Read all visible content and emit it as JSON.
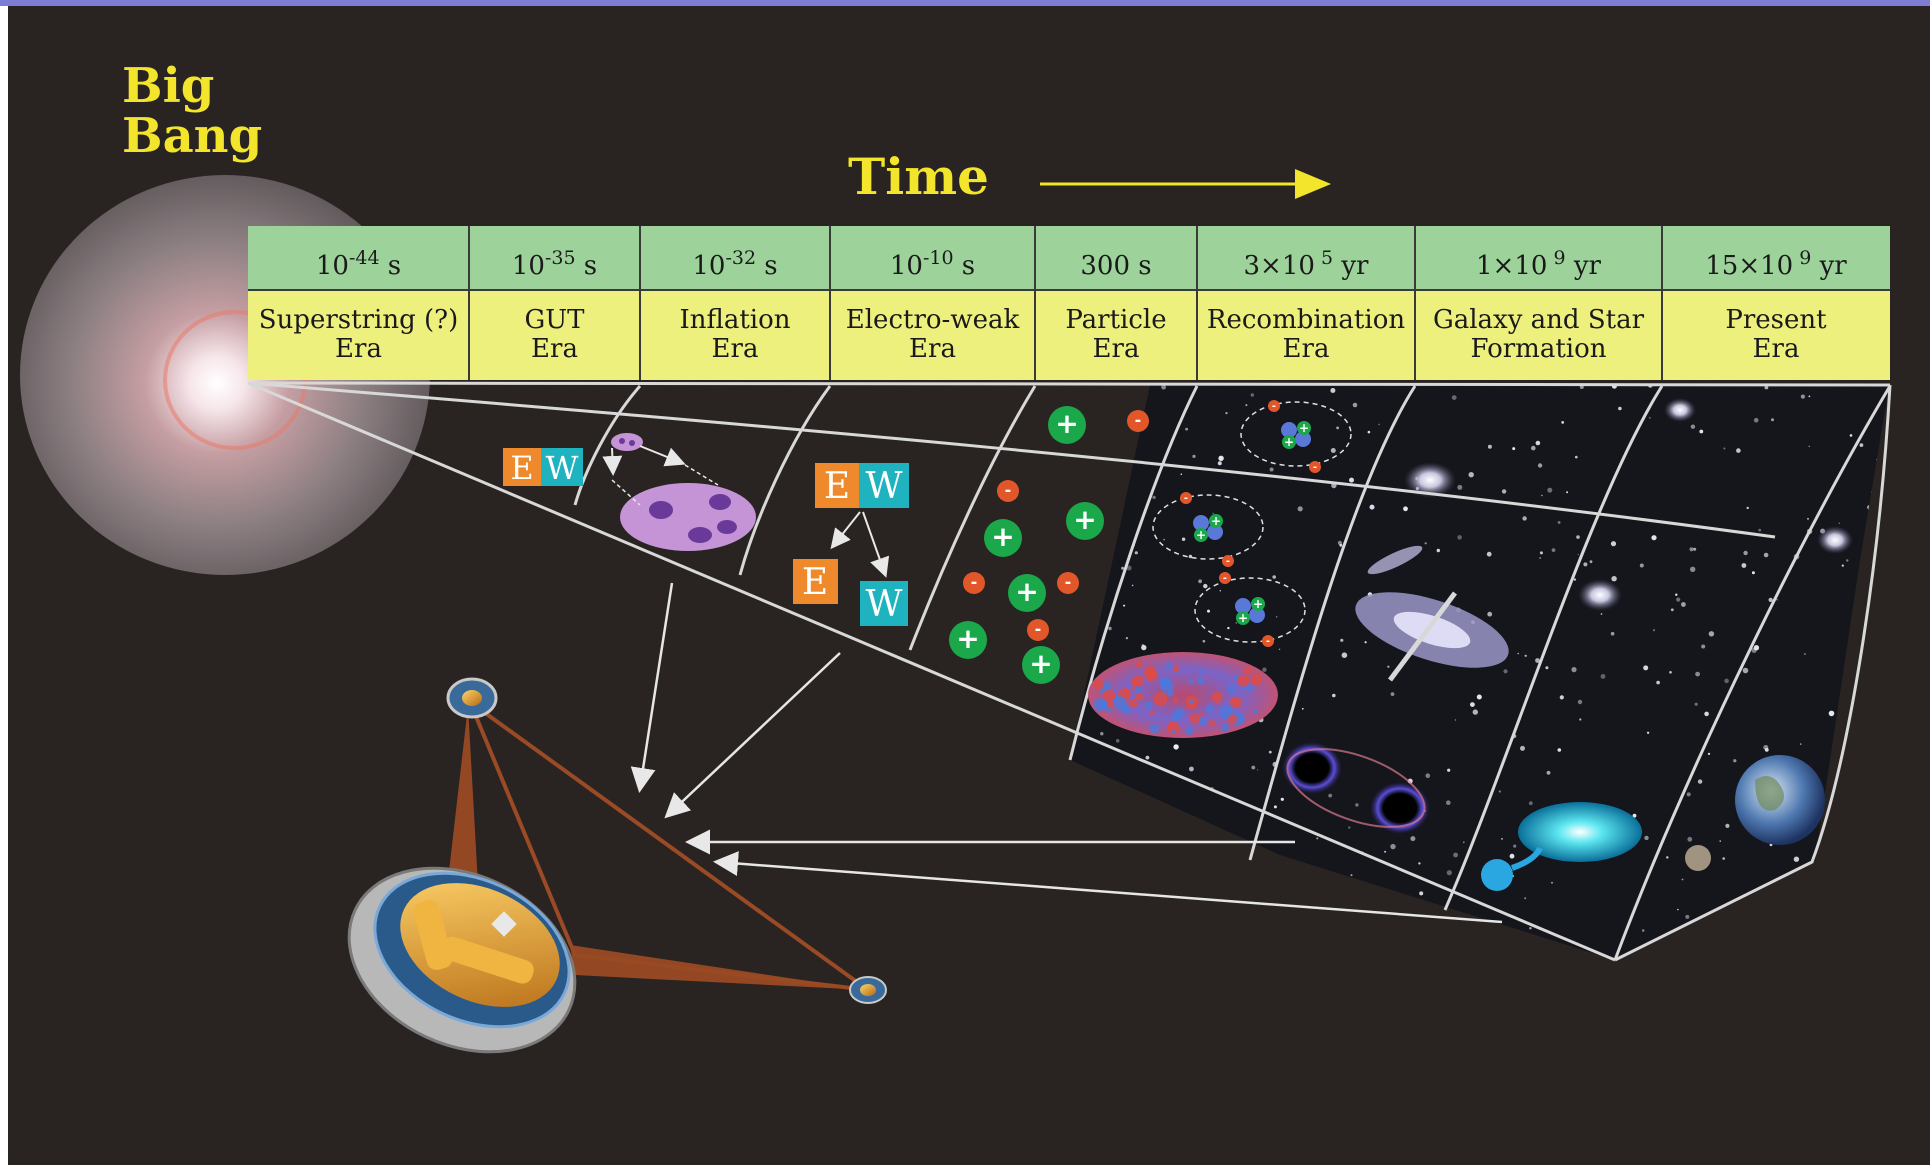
{
  "title": {
    "line1": "Big",
    "line2": "Bang"
  },
  "time_label": "Time",
  "eras": [
    {
      "time_base": "10",
      "time_exp": "-44",
      "time_unit": " s",
      "name1": "Superstring (?)",
      "name2": "Era"
    },
    {
      "time_base": "10",
      "time_exp": "-35",
      "time_unit": " s",
      "name1": "GUT",
      "name2": "Era"
    },
    {
      "time_base": "10",
      "time_exp": "-32",
      "time_unit": " s",
      "name1": "Inflation",
      "name2": "Era"
    },
    {
      "time_base": "10",
      "time_exp": "-10",
      "time_unit": " s",
      "name1": "Electro-weak",
      "name2": "Era"
    },
    {
      "time_base": "300 s",
      "time_exp": "",
      "time_unit": "",
      "name1": "Particle",
      "name2": "Era"
    },
    {
      "time_base": "3×10",
      "time_exp": " 5",
      "time_unit": " yr",
      "name1": "Recombination",
      "name2": "Era"
    },
    {
      "time_base": "1×10",
      "time_exp": " 9",
      "time_unit": " yr",
      "name1": "Galaxy and Star",
      "name2": "Formation"
    },
    {
      "time_base": "15×10",
      "time_exp": " 9",
      "time_unit": " yr",
      "name1": "Present",
      "name2": "Era"
    }
  ],
  "force_labels": {
    "electric": "E",
    "weak": "W"
  },
  "charges": {
    "plus": "+",
    "minus": "-"
  },
  "colors": {
    "background": "#292421",
    "top_bar": "#7d7dd6",
    "title_yellow": "#f2e52b",
    "time_row": "#9dd39b",
    "era_row": "#eef07e",
    "e_box": "#ef8a2c",
    "w_box": "#1fb3c0",
    "proton": "#1aa84a",
    "electron": "#e2572a",
    "gut_blob": "#c594d6",
    "lisa_arm": "#8a4322",
    "lisa_gold": "#e4a22c"
  }
}
